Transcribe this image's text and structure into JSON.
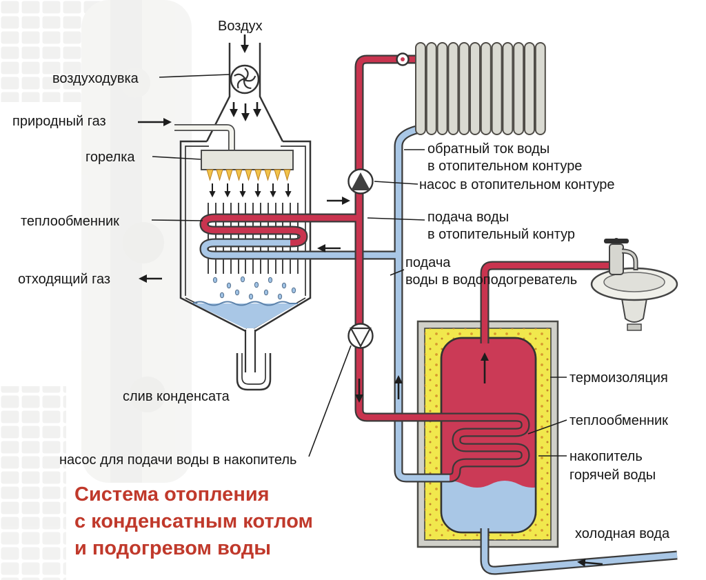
{
  "title": {
    "lines": [
      "Система отопления",
      "с конденсатным котлом",
      "и подогревом воды"
    ]
  },
  "labels": {
    "air": "Воздух",
    "blower": "воздуходувка",
    "natural_gas": "природный газ",
    "burner": "горелка",
    "heat_exchanger": "теплообменник",
    "exhaust_gas": "отходящий газ",
    "condensate_drain": "слив конденсата",
    "storage_pump": "насос для подачи воды в накопитель",
    "return_flow_1": "обратный ток воды",
    "return_flow_2": "в отопительном контуре",
    "heating_pump": "насос в отопительном контуре",
    "supply_heating_1": "подача воды",
    "supply_heating_2": "в отопительный контур",
    "supply_heater_1": "подача",
    "supply_heater_2": "воды в водоподогреватель",
    "insulation": "термоизоляция",
    "tank_heat_exchanger": "теплообменник",
    "storage_1": "накопитель",
    "storage_2": "горячей воды",
    "cold_water": "холодная вода"
  },
  "colors": {
    "hot_water": "#c9344f",
    "cold_water": "#a9c7e6",
    "insulation": "#f1e84d",
    "flame": "#f2c34a",
    "title_text": "#c0392b"
  }
}
